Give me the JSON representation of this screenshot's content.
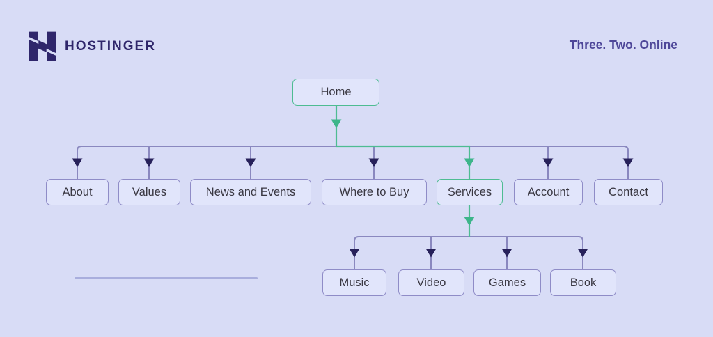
{
  "header": {
    "brand": "HOSTINGER",
    "tagline": "Three. Two. Online",
    "logo_icon": "hostinger-h-logo"
  },
  "colors": {
    "background": "#d8dcf6",
    "box_fill": "#e1e5fb",
    "purple_border": "#8f8cc7",
    "purple_line": "#8a88bf",
    "arrow_dark": "#27215a",
    "green": "#4ebc92",
    "green_arrow": "#3db58a",
    "text_dark": "#3a3842",
    "brand_purple": "#2f266b",
    "tagline_purple": "#4e4799",
    "divider": "#a9aedd"
  },
  "sitemap": {
    "root": {
      "label": "Home",
      "highlighted": true
    },
    "level2": [
      {
        "label": "About",
        "highlighted": false
      },
      {
        "label": "Values",
        "highlighted": false
      },
      {
        "label": "News and Events",
        "highlighted": false
      },
      {
        "label": "Where to Buy",
        "highlighted": false
      },
      {
        "label": "Services",
        "highlighted": true
      },
      {
        "label": "Account",
        "highlighted": false
      },
      {
        "label": "Contact",
        "highlighted": false
      }
    ],
    "services_children": [
      {
        "label": "Music",
        "highlighted": false
      },
      {
        "label": "Video",
        "highlighted": false
      },
      {
        "label": "Games",
        "highlighted": false
      },
      {
        "label": "Book",
        "highlighted": false
      }
    ],
    "highlighted_path": [
      "Home",
      "Services"
    ]
  }
}
